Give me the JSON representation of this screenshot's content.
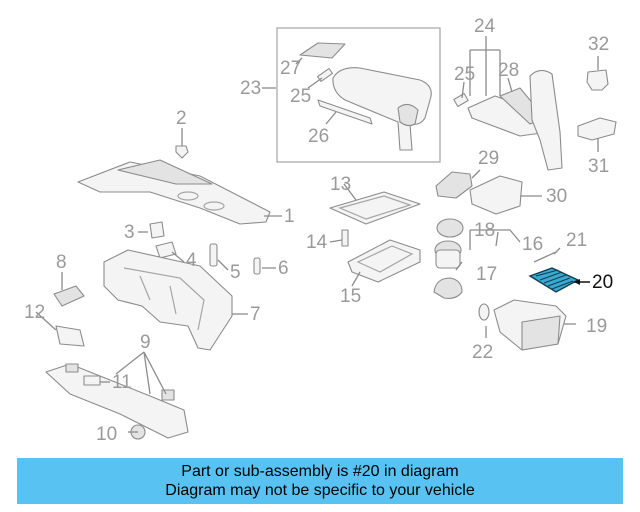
{
  "callouts": {
    "c1": "1",
    "c2": "2",
    "c3": "3",
    "c4": "4",
    "c5": "5",
    "c6": "6",
    "c7": "7",
    "c8": "8",
    "c9": "9",
    "c10": "10",
    "c11": "11",
    "c12": "12",
    "c13": "13",
    "c14": "14",
    "c15": "15",
    "c16": "16",
    "c17": "17",
    "c18": "18",
    "c19": "19",
    "c20": "20",
    "c21": "21",
    "c22": "22",
    "c23": "23",
    "c24": "24",
    "c25a": "25",
    "c25b": "25",
    "c26": "26",
    "c27": "27",
    "c28": "28",
    "c29": "29",
    "c30": "30",
    "c31": "31",
    "c32": "32"
  },
  "highlighted_part": "20",
  "colors": {
    "highlight_part": "#2aa0c8",
    "banner_background": "#58c2f2",
    "line_art": "#8c8c8c"
  },
  "banner": {
    "line1": "Part or sub-assembly is #20 in diagram",
    "line2": "Diagram may not be specific to your vehicle"
  }
}
